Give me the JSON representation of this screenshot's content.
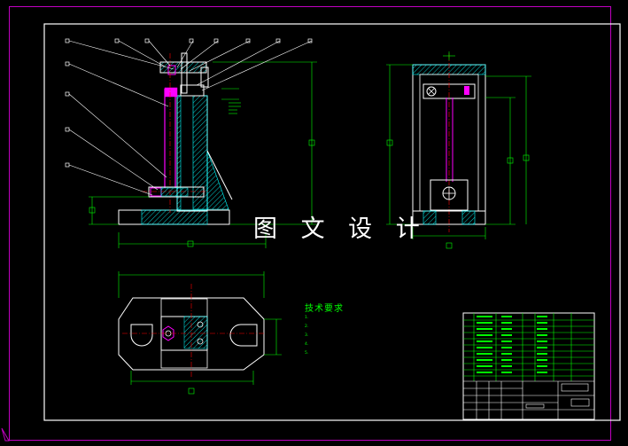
{
  "watermark": "图 文 设 计",
  "technical_requirements": {
    "title": "技术要求",
    "notes": [
      "1.",
      "2.",
      "3.",
      "4.",
      "5."
    ]
  },
  "colors": {
    "background": "#000000",
    "frame": "#ffffff",
    "outer_frame": "#c000c0",
    "outline": "#ffffff",
    "hatch": "#00ffff",
    "centerline": "#ff0000",
    "dimension": "#00ff00",
    "highlight": "#ff00ff",
    "leader": "#ffffff"
  }
}
